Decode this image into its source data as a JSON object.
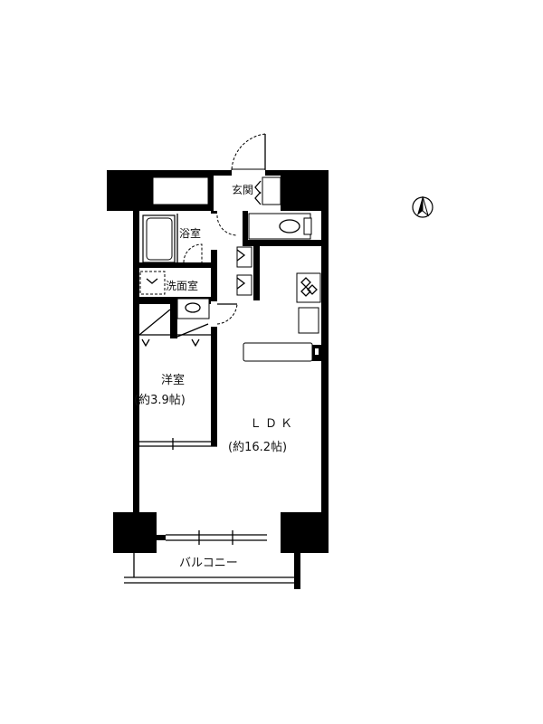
{
  "floor_plan": {
    "rooms": {
      "entrance": "玄関",
      "bathroom": "浴室",
      "washroom": "洗面室",
      "western_room": "洋室",
      "western_room_size": "(約3.9帖)",
      "ldk": "ＬＤＫ",
      "ldk_size": "(約16.2帖)",
      "balcony": "バルコニー"
    },
    "north_arrow_icon": "north-arrow-icon"
  }
}
